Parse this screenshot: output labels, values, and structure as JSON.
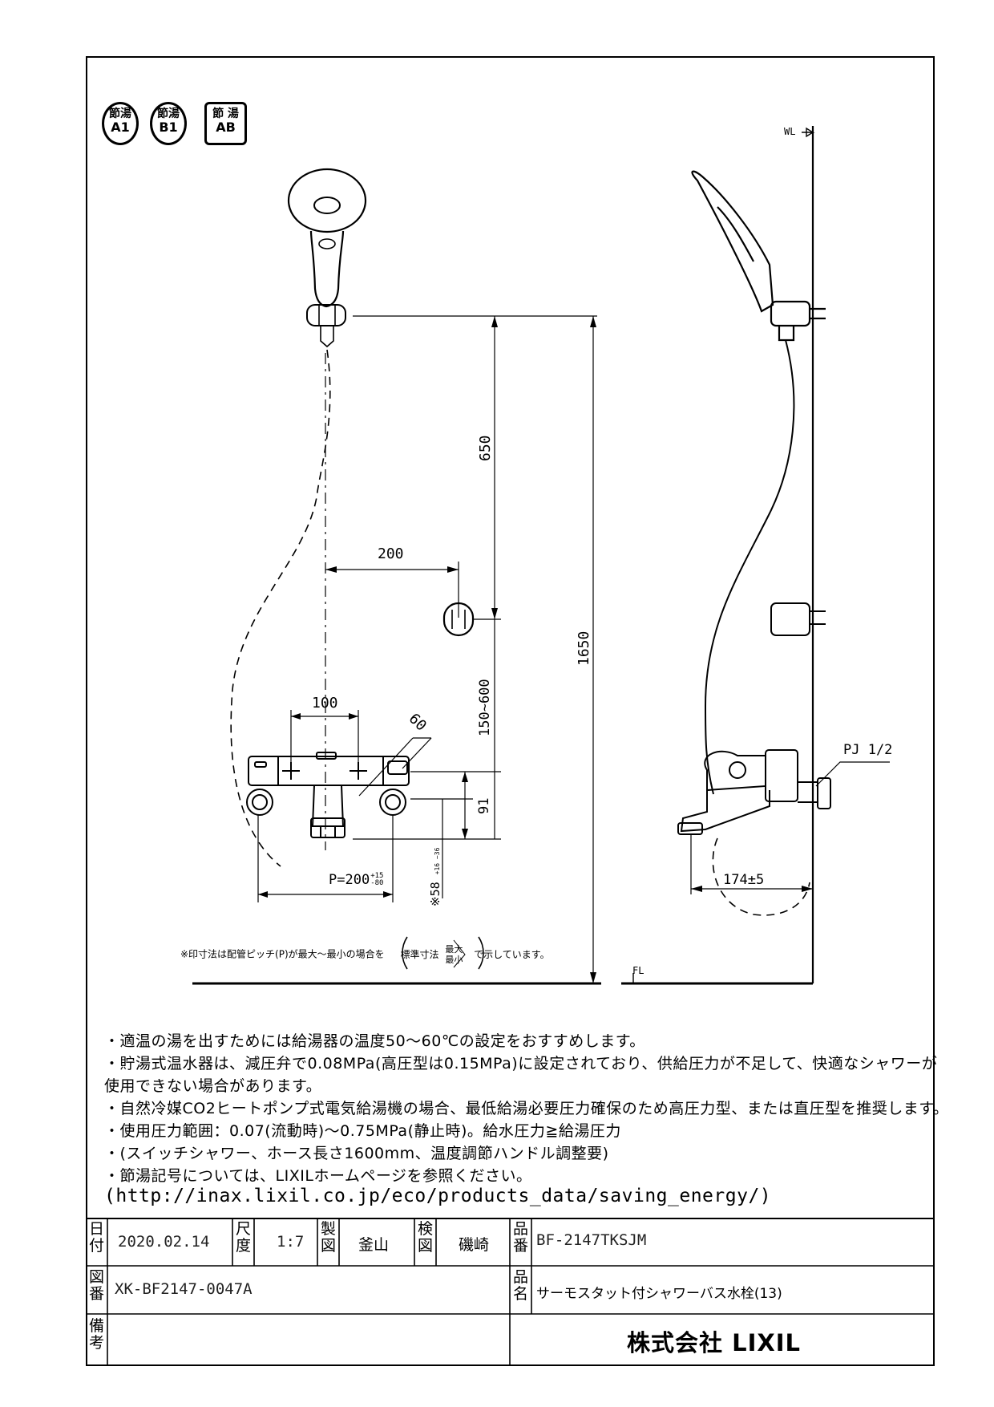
{
  "badges": [
    {
      "top": "節湯",
      "bottom": "A1"
    },
    {
      "top": "節湯",
      "bottom": "B1"
    },
    {
      "top": "節 湯",
      "bottom": "AB"
    }
  ],
  "dimensions": {
    "d650": "650",
    "d1650": "1650",
    "d200": "200",
    "d150_600": "150~600",
    "d100": "100",
    "d60": "60",
    "d91": "91",
    "pitch": "P=200",
    "pitch_tol_upper": "+15",
    "pitch_tol_lower": "-80",
    "d58": "※58",
    "d58_tol": "+16 −36",
    "d174": "174±5",
    "pj": "PJ 1/2",
    "wl": "WL",
    "fl": "FL"
  },
  "pitch_note": {
    "before": "※印寸法は配管ピッチ(P)が最大〜最小の場合を",
    "standard": "標準寸法",
    "max": "最大",
    "min": "最小",
    "after": "で示しています。"
  },
  "notes": [
    "・適温の湯を出すためには給湯器の温度50〜60℃の設定をおすすめします。",
    "・貯湯式温水器は、減圧弁で0.08MPa(高圧型は0.15MPa)に設定されており、供給圧力が不足して、快適なシャワーが",
    "使用できない場合があります。",
    "・自然冷媒CO2ヒートポンプ式電気給湯機の場合、最低給湯必要圧力確保のため高圧力型、または直圧型を推奨します。",
    "・使用圧力範囲：0.07(流動時)〜0.75MPa(静止時)。給水圧力≧給湯圧力",
    "・(スイッチシャワー、ホース長さ1600mm、温度調節ハンドル調整要)",
    "・節湯記号については、LIXILホームページを参照ください。"
  ],
  "url": "(http://inax.lixil.co.jp/eco/products_data/saving_energy/)",
  "title_block": {
    "date_label_1": "日",
    "date_label_2": "付",
    "date": "2020.02.14",
    "scale_label_1": "尺",
    "scale_label_2": "度",
    "scale": "1:7",
    "drawn_label_1": "製",
    "drawn_label_2": "図",
    "drawn_by": "釜山",
    "checked_label_1": "検",
    "checked_label_2": "図",
    "checked_by": "磯崎",
    "partno_label_1": "品",
    "partno_label_2": "番",
    "part_number": "BF-2147TKSJM",
    "dwg_label_1": "図",
    "dwg_label_2": "番",
    "drawing_number": "XK-BF2147-0047A",
    "name_label_1": "品",
    "name_label_2": "名",
    "product_name": "サーモスタット付シャワーバス水栓(13)",
    "remarks_label_1": "備",
    "remarks_label_2": "考",
    "company": "株式会社 LIXIL"
  }
}
